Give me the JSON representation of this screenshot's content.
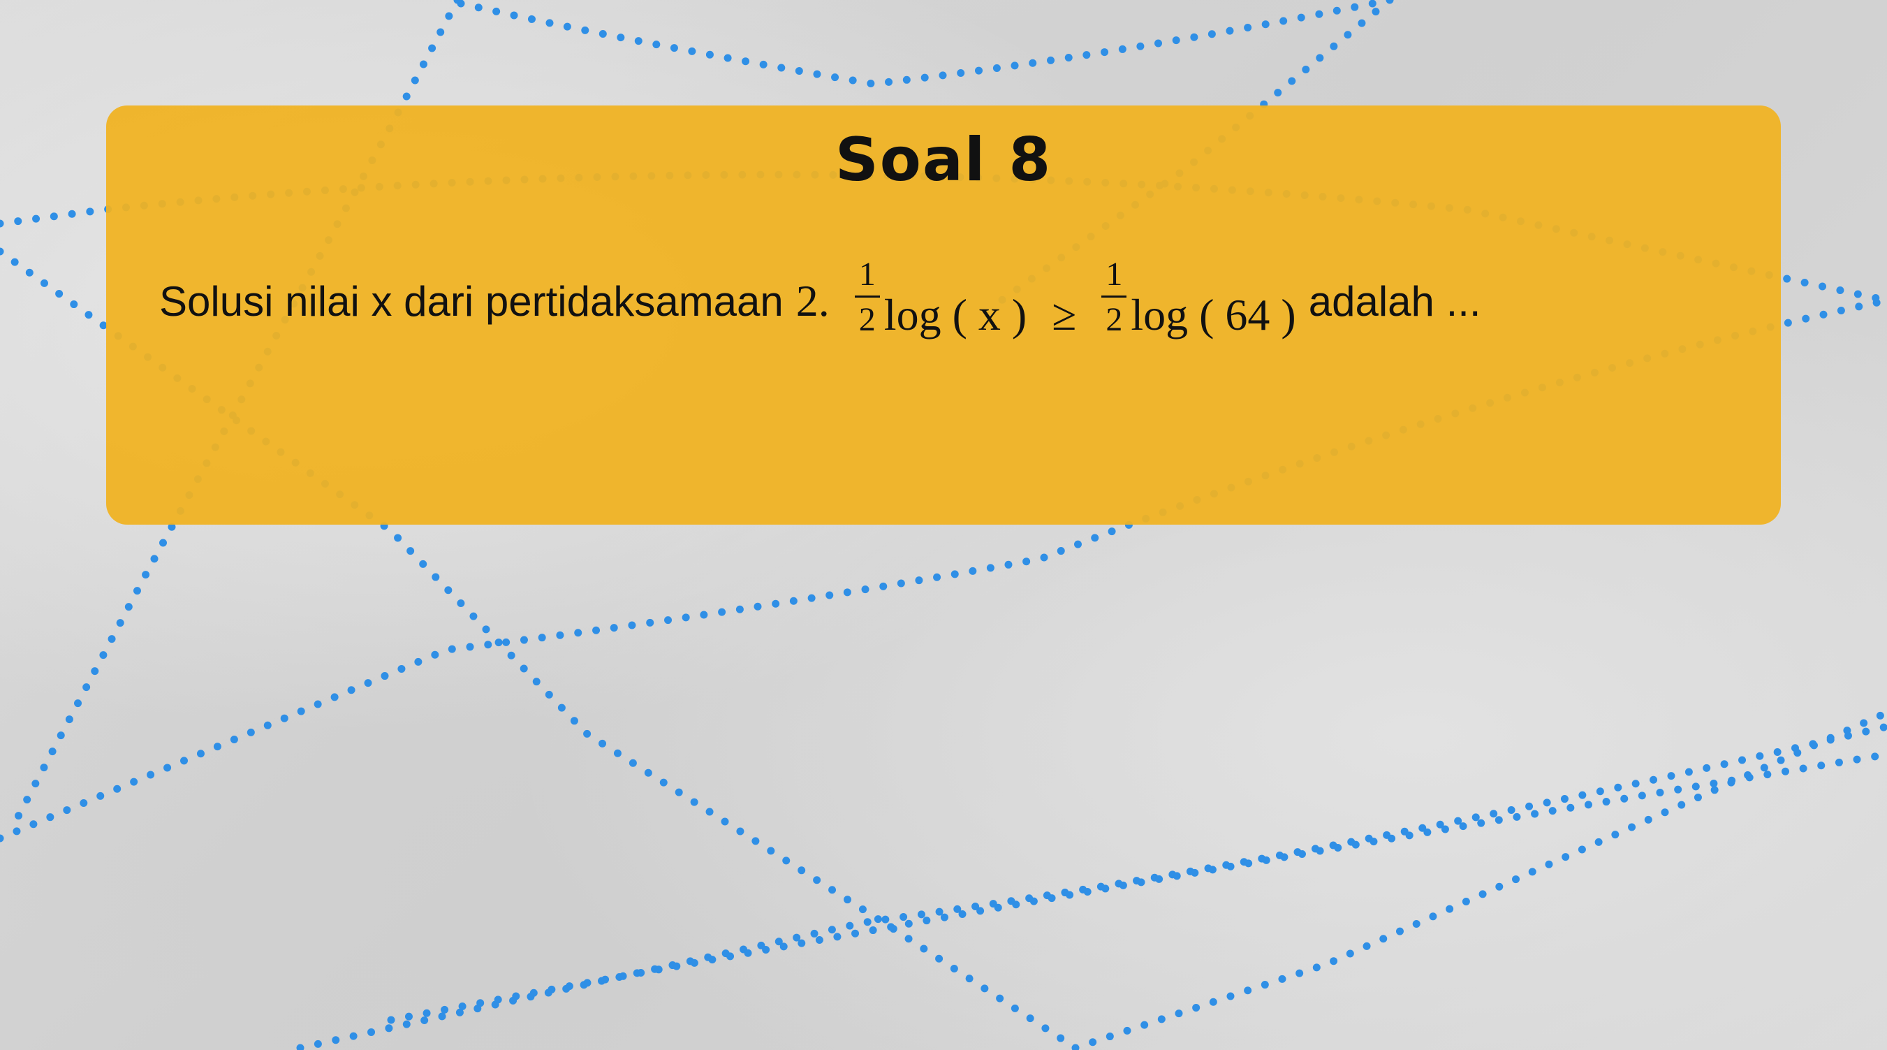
{
  "colors": {
    "background": "#d9d9d9",
    "card": "#f0b222",
    "dots": "#2f8fe6",
    "text": "#111111"
  },
  "slide": {
    "title": "Soal 8",
    "question_prefix": "Solusi nilai x dari pertidaksamaan",
    "coef": "2.",
    "frac1_num": "1",
    "frac1_den": "2",
    "log1": "log ( x )",
    "relation": "≥",
    "frac2_num": "1",
    "frac2_den": "2",
    "log2": "log ( 64 )",
    "question_suffix": "adalah ..."
  }
}
